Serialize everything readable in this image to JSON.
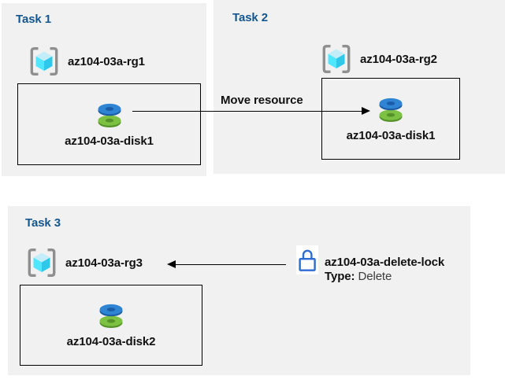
{
  "tasks": [
    {
      "label": "Task 1",
      "resource_group": "az104-03a-rg1",
      "disk": "az104-03a-disk1"
    },
    {
      "label": "Task 2",
      "resource_group": "az104-03a-rg2",
      "disk": "az104-03a-disk1"
    },
    {
      "label": "Task 3",
      "resource_group": "az104-03a-rg3",
      "disk": "az104-03a-disk2"
    }
  ],
  "move_arrow": {
    "label": "Move resource"
  },
  "delete_lock": {
    "name": "az104-03a-delete-lock",
    "type_label": "Type:",
    "type_value": "Delete"
  },
  "icons": {
    "resource_group": "resource-group-icon",
    "disk": "managed-disk-icon",
    "lock": "lock-icon"
  },
  "colors": {
    "panel_bg": "#f1f1f1",
    "task_label": "#15568f",
    "text": "#111111",
    "box_border": "#000000",
    "arrow": "#000000",
    "lock_blue": "#2b6bd3",
    "disk_blue": "#2f85d3",
    "disk_blue_dark": "#1a5da6",
    "disk_green": "#7dc142",
    "disk_green_dark": "#55922a",
    "cube_top": "#c3eef9",
    "cube_left": "#50e6ff",
    "cube_right": "#2ec9ea",
    "bracket_gray": "#8f8f8f"
  }
}
